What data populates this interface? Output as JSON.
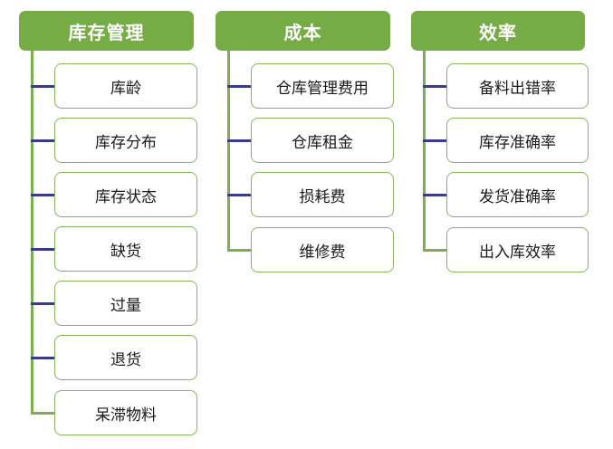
{
  "diagram": {
    "type": "tree-chart",
    "orientation": "three-column-vertical-branches",
    "colors": {
      "header_fill": "#76AC46",
      "header_text": "#FFFFFF",
      "box_border": "#85B55B",
      "box_fill": "#FFFFFF",
      "box_text": "#1A1A1A",
      "trunk_line": "#7DB04F",
      "connector_line": "#3B3B8C",
      "background": "#FFFFFF"
    },
    "columns": [
      {
        "id": "inventory-management",
        "header": "库存管理",
        "items": [
          "库龄",
          "库存分布",
          "库存状态",
          "缺货",
          "过量",
          "退货",
          "呆滞物料"
        ]
      },
      {
        "id": "cost",
        "header": "成本",
        "items": [
          "仓库管理费用",
          "仓库租金",
          "损耗费",
          "维修费"
        ]
      },
      {
        "id": "efficiency",
        "header": "效率",
        "items": [
          "备料出错率",
          "库存准确率",
          "发货准确率",
          "出入库效率"
        ]
      }
    ]
  }
}
